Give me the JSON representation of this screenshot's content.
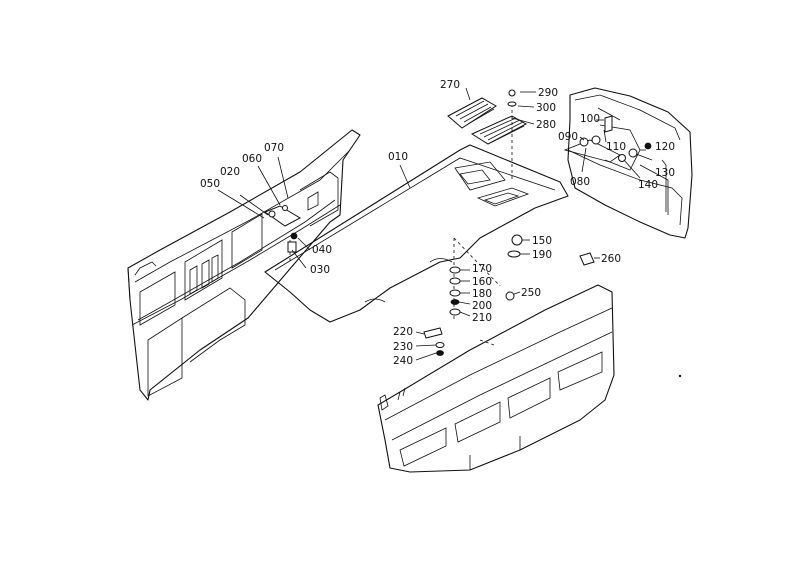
{
  "labels": [
    {
      "id": "010",
      "text": "010"
    },
    {
      "id": "020",
      "text": "020"
    },
    {
      "id": "030",
      "text": "030"
    },
    {
      "id": "040",
      "text": "040"
    },
    {
      "id": "050",
      "text": "050"
    },
    {
      "id": "060",
      "text": "060"
    },
    {
      "id": "070",
      "text": "070"
    },
    {
      "id": "080",
      "text": "080"
    },
    {
      "id": "090",
      "text": "090"
    },
    {
      "id": "100",
      "text": "100"
    },
    {
      "id": "110",
      "text": "110"
    },
    {
      "id": "120",
      "text": "120"
    },
    {
      "id": "130",
      "text": "130"
    },
    {
      "id": "140",
      "text": "140"
    },
    {
      "id": "150",
      "text": "150"
    },
    {
      "id": "160",
      "text": "160"
    },
    {
      "id": "170",
      "text": "170"
    },
    {
      "id": "180",
      "text": "180"
    },
    {
      "id": "190",
      "text": "190"
    },
    {
      "id": "200",
      "text": "200"
    },
    {
      "id": "210",
      "text": "210"
    },
    {
      "id": "220",
      "text": "220"
    },
    {
      "id": "230",
      "text": "230"
    },
    {
      "id": "240",
      "text": "240"
    },
    {
      "id": "250",
      "text": "250"
    },
    {
      "id": "260",
      "text": "260"
    },
    {
      "id": "270",
      "text": "270"
    },
    {
      "id": "280",
      "text": "280"
    },
    {
      "id": "290",
      "text": "290"
    },
    {
      "id": "300",
      "text": "300"
    }
  ]
}
